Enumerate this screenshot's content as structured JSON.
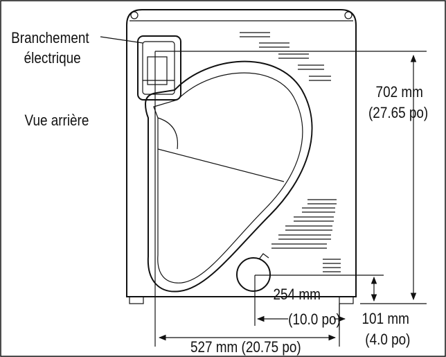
{
  "labels": {
    "connection_line1": "Branchement",
    "connection_line2": "électrique",
    "view": "Vue arrière",
    "height_mm": "702 mm",
    "height_in": "(27.65 po)",
    "side_mm": "254 mm",
    "side_in": "(10.0 po)",
    "vent_mm": "101 mm",
    "vent_in": "(4.0 po)",
    "width": "527 mm (20.75 po)"
  }
}
